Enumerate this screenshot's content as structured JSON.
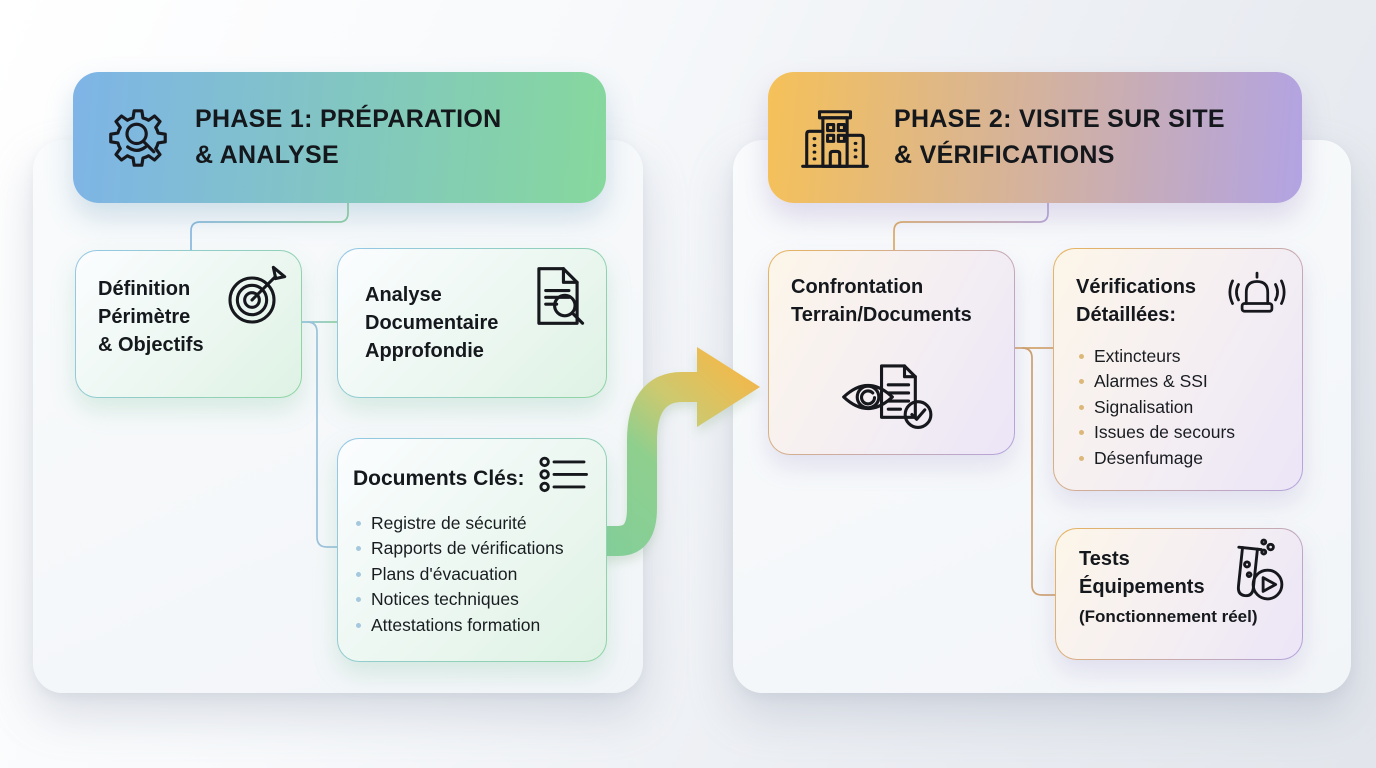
{
  "phase1": {
    "header": {
      "icon": "gear-magnifier-icon",
      "title_line1": "PHASE 1: PRÉPARATION",
      "title_line2": "& ANALYSE"
    },
    "definition_box": {
      "icon": "target-arrow-icon",
      "lines": [
        "Définition",
        "Périmètre",
        "& Objectifs"
      ]
    },
    "analysis_box": {
      "icon": "document-magnifier-icon",
      "lines": [
        "Analyse",
        "Documentaire",
        "Approfondie"
      ]
    },
    "documents_box": {
      "icon": "checklist-icon",
      "title": "Documents Clés:",
      "items": [
        "Registre de sécurité",
        "Rapports de vérifications",
        "Plans d'évacuation",
        "Notices techniques",
        "Attestations formation"
      ]
    }
  },
  "phase2": {
    "header": {
      "icon": "building-icon",
      "title_line1": "PHASE 2: VISITE SUR SITE",
      "title_line2": "& VÉRIFICATIONS"
    },
    "confrontation_box": {
      "icon": "eye-document-check-icon",
      "lines": [
        "Confrontation",
        "Terrain/Documents"
      ]
    },
    "verifications_box": {
      "icon": "siren-icon",
      "title_line1": "Vérifications",
      "title_line2": "Détaillées:",
      "items": [
        "Extincteurs",
        "Alarmes & SSI",
        "Signalisation",
        "Issues de secours",
        "Désenfumage"
      ]
    },
    "tests_box": {
      "icon": "testtube-play-icon",
      "lines": [
        "Tests",
        "Équipements"
      ],
      "subtitle": "(Fonctionnement réel)"
    }
  },
  "colors": {
    "phase1_header_gradient_start": "#7eb4e7",
    "phase1_header_gradient_end": "#86d89d",
    "phase2_header_gradient_start": "#f5c159",
    "phase2_header_gradient_end": "#b2a3e3",
    "arrow_gradient_start": "#83cf9a",
    "arrow_gradient_end": "#f1b94c",
    "bullet_phase1": "#a5c8de",
    "bullet_phase2": "#dcb878"
  }
}
